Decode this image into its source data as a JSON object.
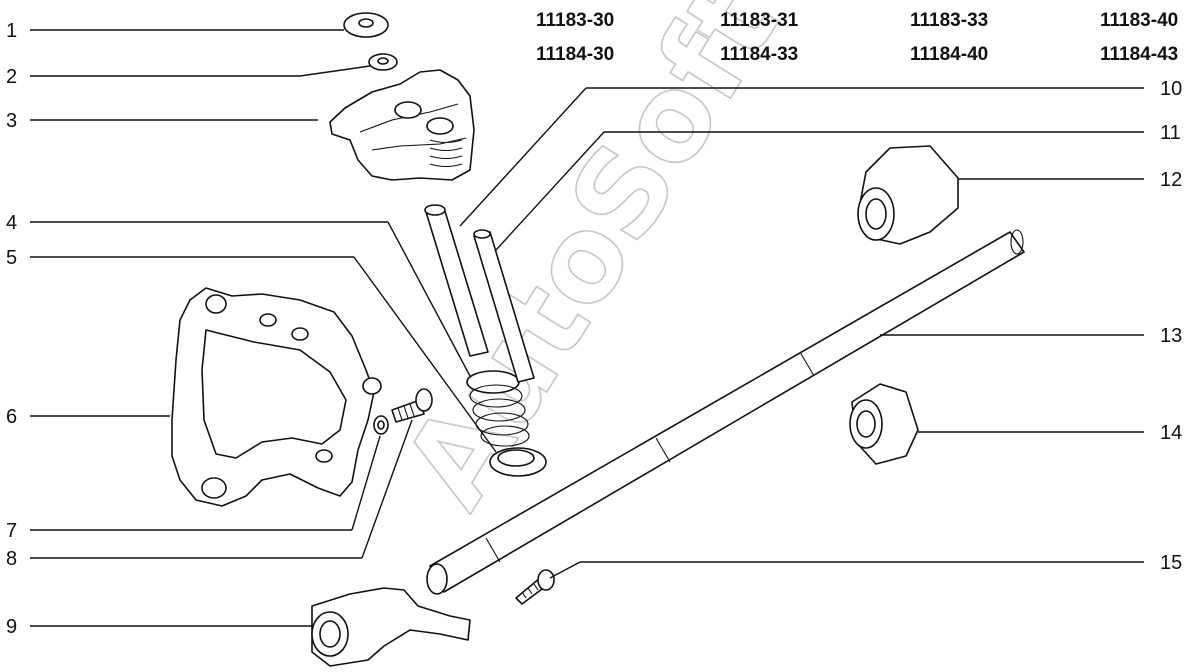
{
  "watermark": "AutoSoft",
  "models": [
    [
      "11183-30",
      "11184-30"
    ],
    [
      "11183-31",
      "11184-33"
    ],
    [
      "11183-33",
      "11184-40"
    ],
    [
      "11183-40",
      "11184-43"
    ]
  ],
  "callouts_left": [
    "1",
    "2",
    "3",
    "4",
    "5",
    "6",
    "7",
    "8",
    "9"
  ],
  "callouts_right": [
    "10",
    "11",
    "12",
    "13",
    "14",
    "15"
  ]
}
